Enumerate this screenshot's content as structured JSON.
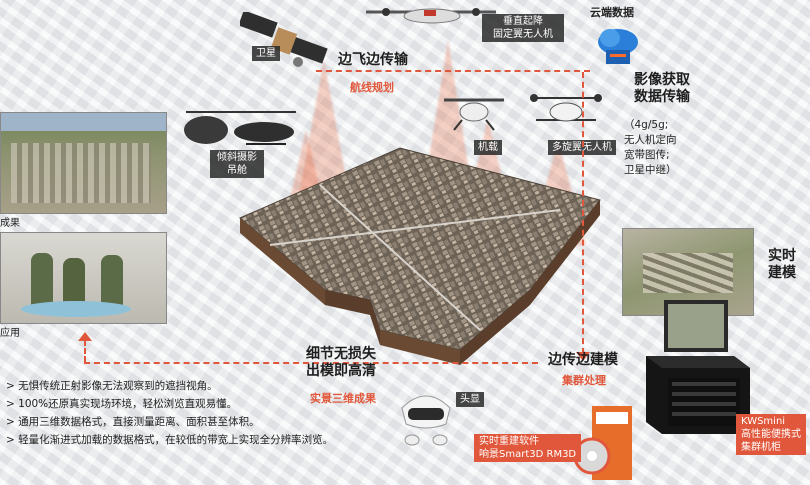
{
  "labels": {
    "satellite": "卫星",
    "vtol_fixed_wing": [
      "垂直起降",
      "固定翼无人机"
    ],
    "cloud": "云端数据",
    "multirotor": "多旋翼无人机",
    "airship": "机载",
    "tilt_camera_pod": [
      "倾斜摄影",
      "吊舱"
    ],
    "edge_transfer_title": "边飞边传输",
    "edge_transfer_sub": "航线规划",
    "image_acquire": [
      "影像获取",
      "数据传输"
    ],
    "transmit_detail": [
      "（4g/5g;",
      "无人机定向",
      "宽带图传;",
      "卫星中继）"
    ],
    "realtime_model": [
      "实时",
      "建模"
    ],
    "edge_model_title": "边传边建模",
    "edge_model_sub": "集群处理",
    "detail_title": [
      "细节无损失",
      "出模即高清"
    ],
    "detail_sub": "实景三维成果",
    "headset": "头显",
    "result_partial": "成果",
    "apply_partial": "应用",
    "software": [
      "实时重建软件",
      "响景Smart3D RM3D"
    ],
    "kwsmini": [
      "KWSmini",
      "高性能便携式",
      "集群机柜"
    ]
  },
  "bullets": [
    "> 无惧传统正射影像无法观察到的遮挡视角。",
    "> 100%还原真实现场环境，轻松浏览直观易懂。",
    "> 通用三维数据格式，直接测量距离、面积甚至体积。",
    "> 轻量化渐进式加载的数据格式，在较低的带宽上实现全分辨率浏览。"
  ],
  "colors": {
    "accent": "#e1573b",
    "text": "#1e1e1e"
  }
}
